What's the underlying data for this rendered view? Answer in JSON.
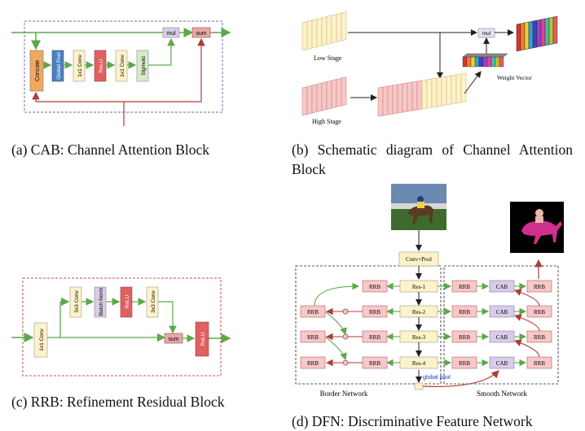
{
  "captions": {
    "a": "(a)  CAB:  Channel  Attention Block",
    "b": "(b)  Schematic  diagram  of  Channel Attention Block",
    "c": "(c)  RRB:  Refinement  Residual Block",
    "d": "(d) DFN: Discriminative Feature Network"
  },
  "cab": {
    "blocks": [
      "Concate",
      "Global Pool",
      "1x1 Conv",
      "ReLU",
      "1x1 Conv",
      "Sigmoid"
    ],
    "mul": "mul",
    "sum": "sum"
  },
  "schematic": {
    "low_stage": "Low Stage",
    "high_stage": "High Stage",
    "mul": "mul",
    "weight_vector": "Weight Vector"
  },
  "rrb": {
    "blocks": [
      "1x1 Conv",
      "3x3 Conv",
      "Batch Norm",
      "ReLU",
      "3x3 Conv"
    ],
    "sum": "sum",
    "relu": "ReLU"
  },
  "dfn": {
    "conv_pool": "Conv+Pool",
    "res_blocks": [
      "Res-1",
      "Res-2",
      "Res-3",
      "Res-4"
    ],
    "rrb": "RRB",
    "cab": "CAB",
    "global_pool": "global pool",
    "border_network": "Border Network",
    "smooth_network": "Smooth Network"
  },
  "colors": {
    "green_arrow": "#5ca84a",
    "red_arrow": "#b03a3a",
    "orange": "#f0a860",
    "blue": "#4a7fc4",
    "yellow": "#fdf2c8",
    "red_block": "#e06060",
    "sigmoid_green": "#d6ecc8",
    "pink": "#f8c8c8",
    "purple": "#d8cce8",
    "dashed_blue": "#6c6ca8",
    "dashed_red": "#c85050"
  }
}
